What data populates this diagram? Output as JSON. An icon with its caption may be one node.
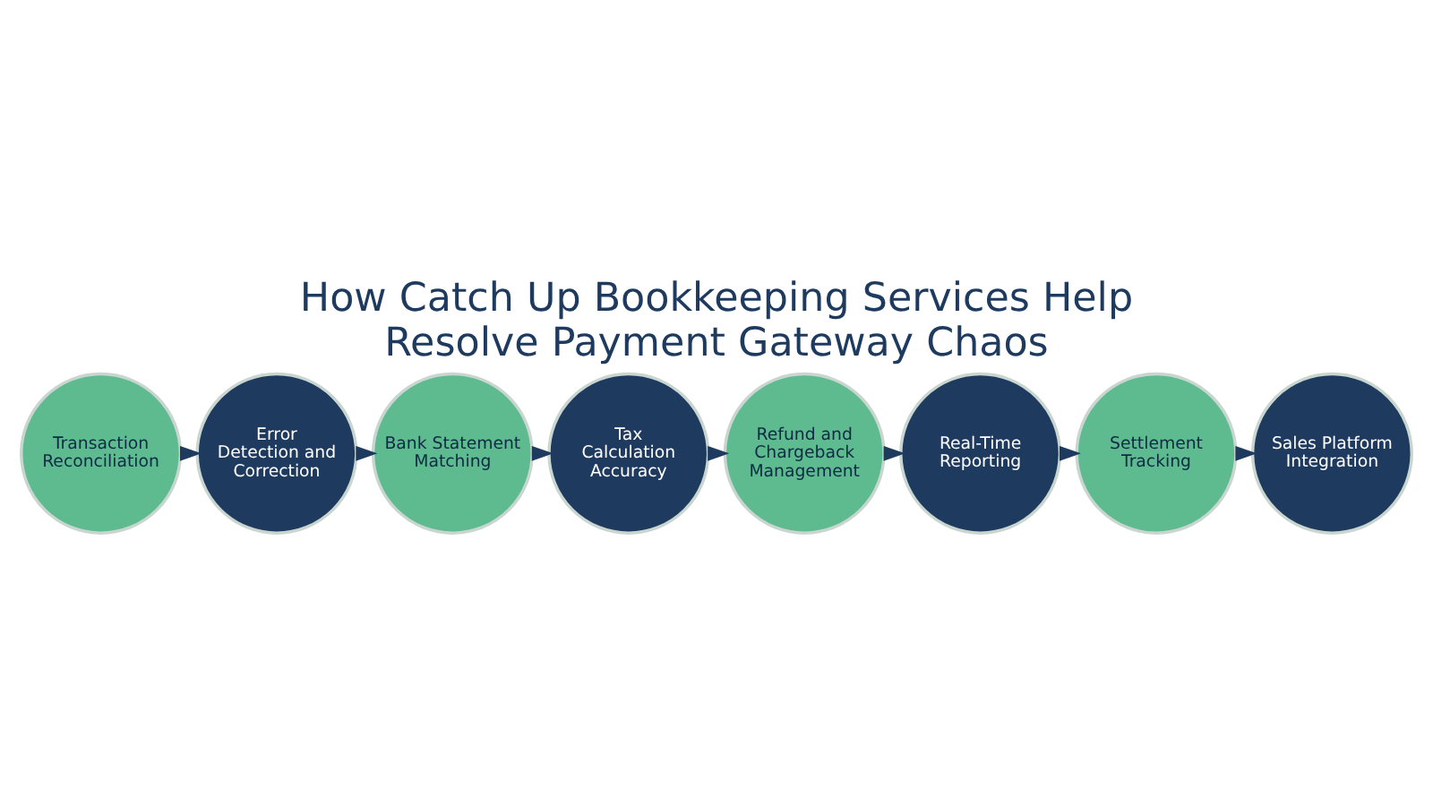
{
  "diagram": {
    "title": "How Catch Up Bookkeeping Services Help Resolve Payment Gateway Chaos",
    "nodes": [
      {
        "text": [
          "Transaction Reconciliation"
        ]
      },
      {
        "text": [
          "Error Detection and Correction"
        ]
      },
      {
        "text": [
          "Bank Statement Matching"
        ]
      },
      {
        "text": [
          "Tax Calculation Accuracy"
        ]
      },
      {
        "text": [
          "Refund and Chargeback Management"
        ]
      },
      {
        "text": [
          "Real-Time Reporting"
        ]
      },
      {
        "text": [
          "Settlement Tracking"
        ]
      },
      {
        "text": [
          "Sales Platform Integration"
        ]
      }
    ],
    "edges": [
      {
        "from": 0,
        "to": 1,
        "arrow": "to"
      },
      {
        "from": 1,
        "to": 2,
        "arrow": "to"
      },
      {
        "from": 2,
        "to": 3,
        "arrow": "to"
      },
      {
        "from": 3,
        "to": 4,
        "arrow": "to"
      },
      {
        "from": 4,
        "to": 5,
        "arrow": "to"
      },
      {
        "from": 5,
        "to": 6,
        "arrow": "to"
      },
      {
        "from": 6,
        "to": 7,
        "arrow": "to"
      }
    ]
  }
}
